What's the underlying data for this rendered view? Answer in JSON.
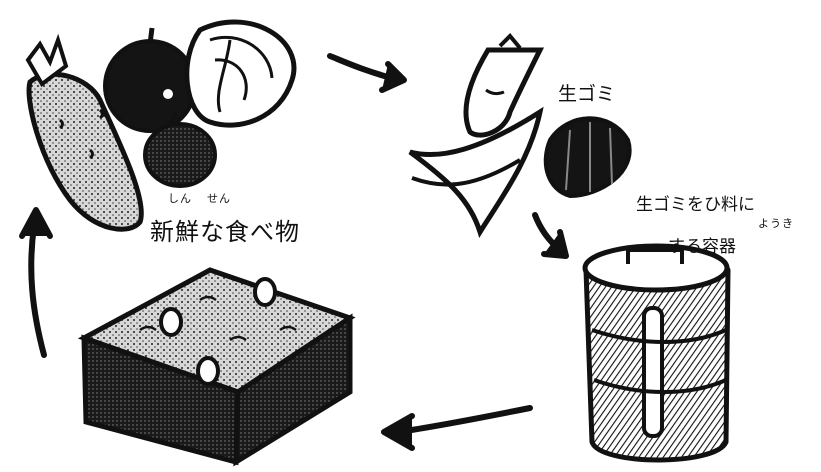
{
  "stages": {
    "fresh_food": {
      "label": "新鮮な食べ物",
      "ruby": [
        "しん",
        "せん"
      ]
    },
    "food_waste": {
      "label": "生ゴミ"
    },
    "compost_container": {
      "label_line1": "生ゴミをひ料に",
      "label_line2": "する容器",
      "ruby": "ようき"
    }
  },
  "colors": {
    "ink": "#111111",
    "paper": "#ffffff",
    "shade": "#cfcfcf"
  },
  "icons": [
    "carrot-icon",
    "apple-icon",
    "cabbage-icon",
    "onion-icon",
    "apple-core-icon",
    "peel-icon",
    "compost-bin-icon",
    "compost-soil-icon",
    "cycle-arrow-icon"
  ]
}
